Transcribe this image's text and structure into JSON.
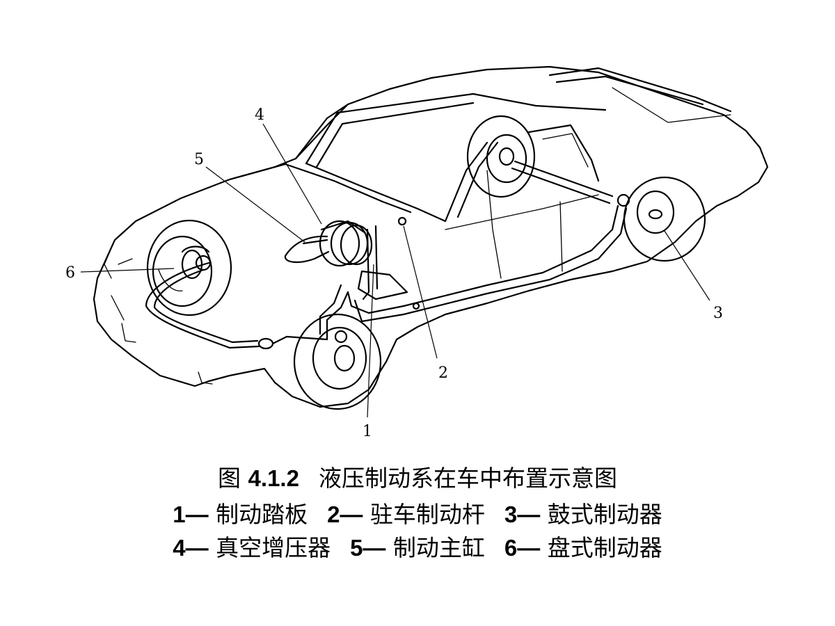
{
  "callouts": [
    "1",
    "2",
    "3",
    "4",
    "5",
    "6"
  ],
  "caption": {
    "fig_label": "图",
    "fig_number": "4.1.2",
    "fig_title": "液压制动系在车中布置示意图",
    "legend": [
      {
        "num": "1",
        "dash": "—",
        "text": "制动踏板"
      },
      {
        "num": "2",
        "dash": "—",
        "text": "驻车制动杆"
      },
      {
        "num": "3",
        "dash": "—",
        "text": "鼓式制动器"
      },
      {
        "num": "4",
        "dash": "—",
        "text": "真空增压器"
      },
      {
        "num": "5",
        "dash": "—",
        "text": "制动主缸"
      },
      {
        "num": "6",
        "dash": "—",
        "text": "盘式制动器"
      }
    ]
  }
}
